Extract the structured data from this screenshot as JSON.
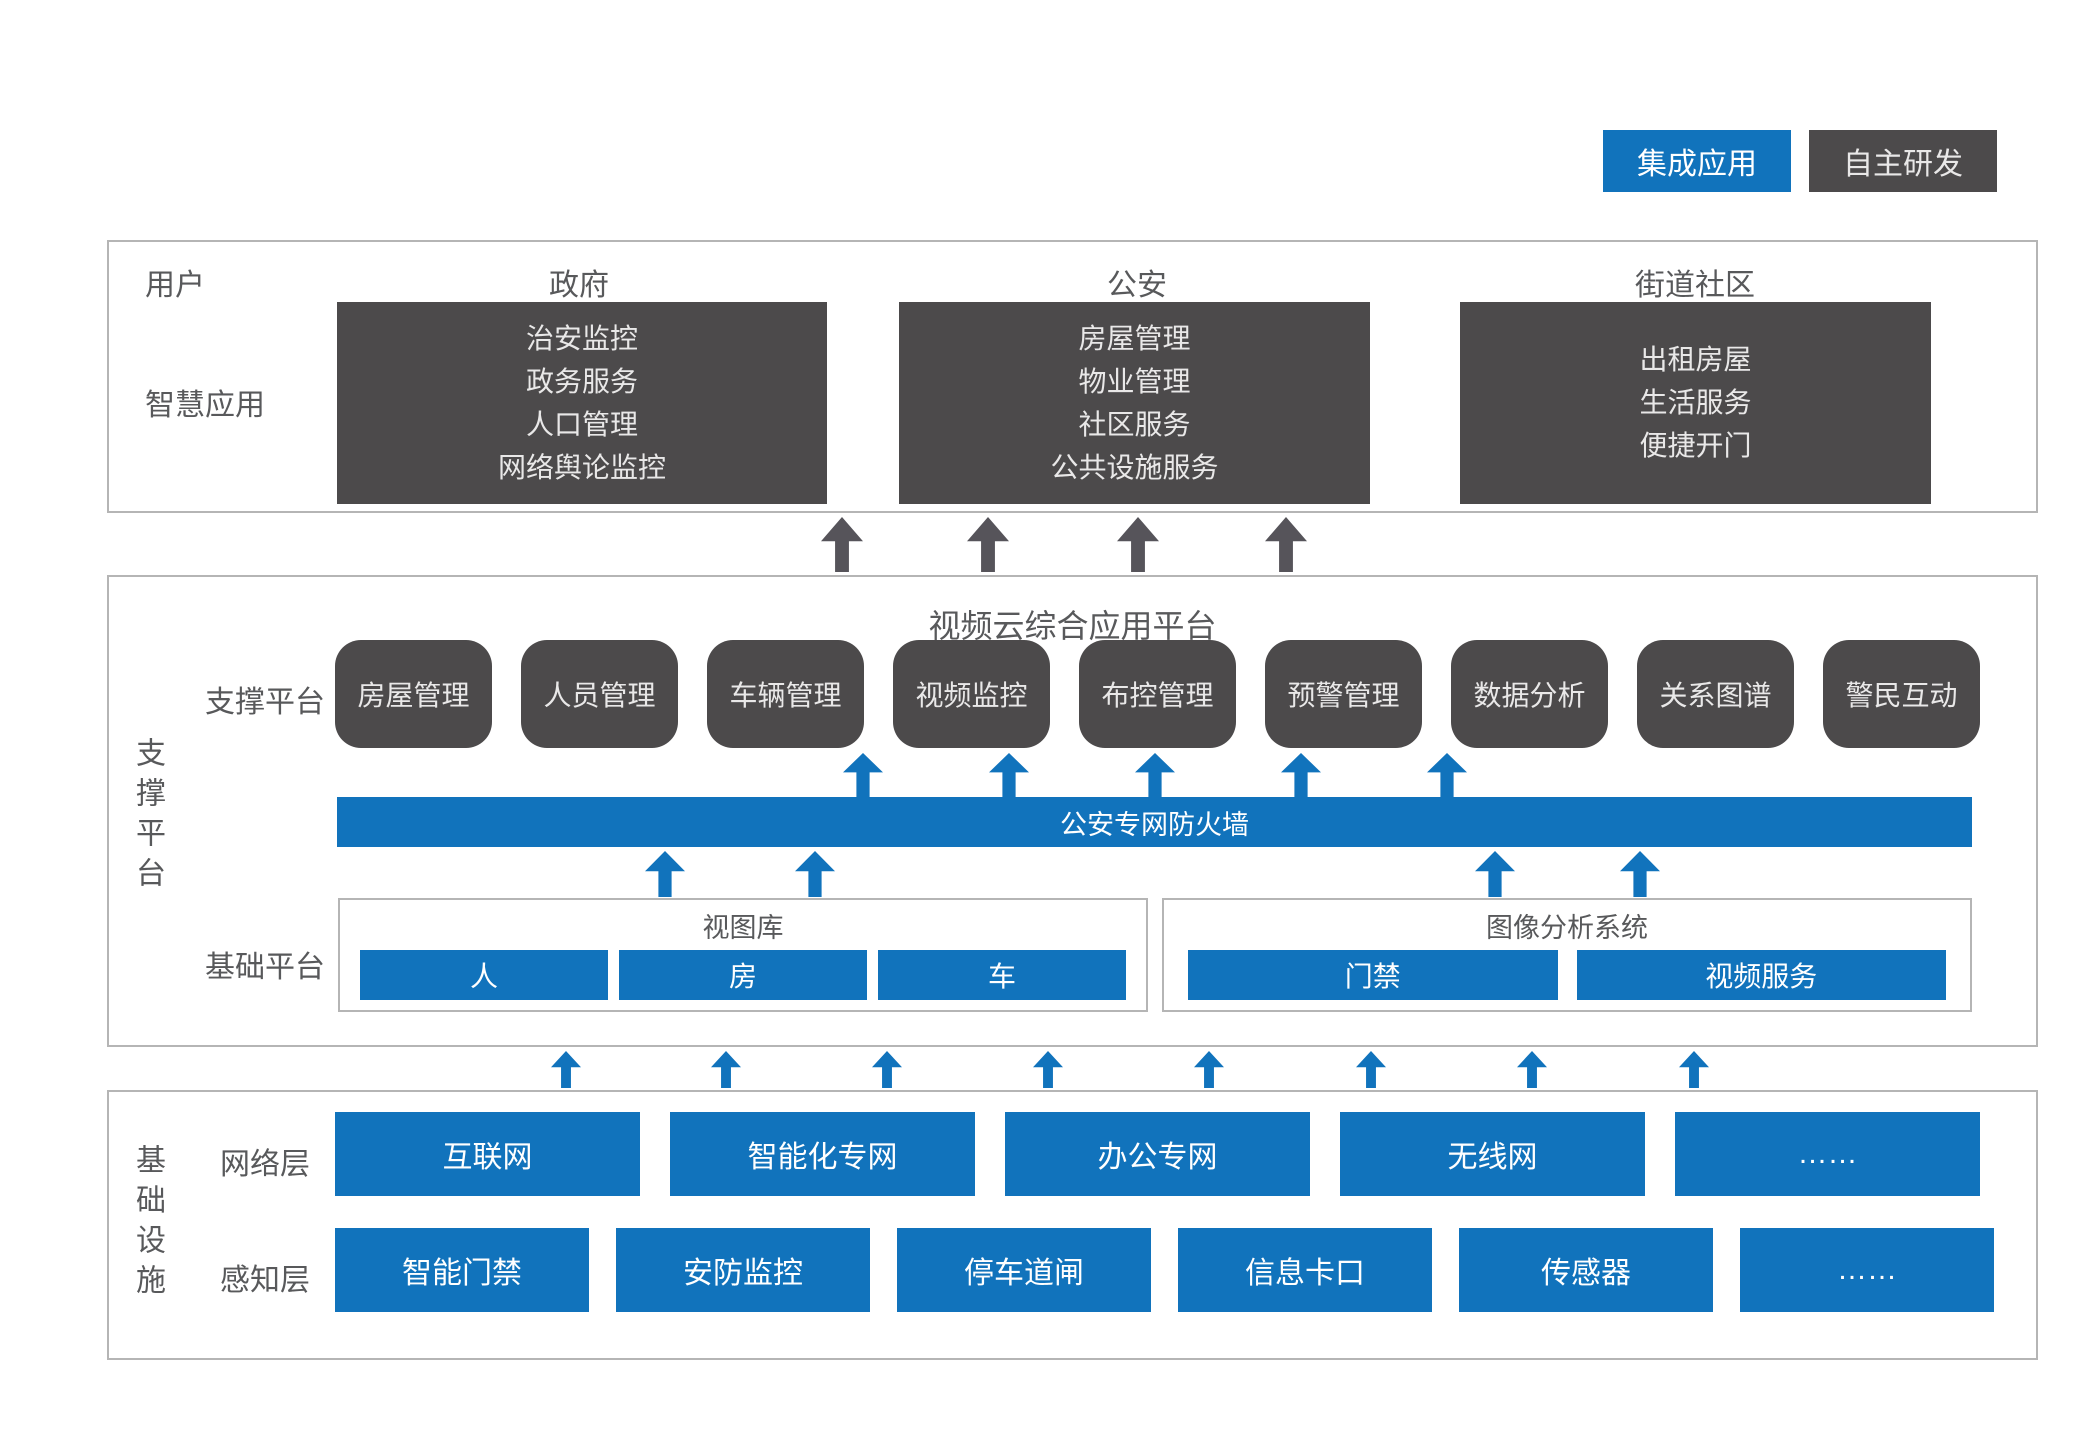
{
  "legend": {
    "integrated": "集成应用",
    "self_developed": "自主研发"
  },
  "colors": {
    "blue": "#1173bc",
    "dark_gray": "#4c4a4b",
    "border_gray": "#b5b5b5",
    "label_gray": "#58595b"
  },
  "users_section": {
    "row_label_user": "用户",
    "row_label_app": "智慧应用",
    "columns": [
      {
        "header": "政府",
        "items": [
          "治安监控",
          "政务服务",
          "人口管理",
          "网络舆论监控"
        ]
      },
      {
        "header": "公安",
        "items": [
          "房屋管理",
          "物业管理",
          "社区服务",
          "公共设施服务"
        ]
      },
      {
        "header": "街道社区",
        "items": [
          "出租房屋",
          "生活服务",
          "便捷开门"
        ]
      }
    ]
  },
  "support_section": {
    "side_label": "支撑平台",
    "title": "视频云综合应用平台",
    "row_label_support": "支撑平台",
    "row_label_base": "基础平台",
    "support_boxes": [
      "房屋管理",
      "人员管理",
      "车辆管理",
      "视频监控",
      "布控管理",
      "预警管理",
      "数据分析",
      "关系图谱",
      "警民互动"
    ],
    "firewall": "公安专网防火墙",
    "base_boxes": [
      {
        "title": "视图库",
        "items": [
          "人",
          "房",
          "车"
        ]
      },
      {
        "title": "图像分析系统",
        "items": [
          "门禁",
          "视频服务"
        ]
      }
    ]
  },
  "infra_section": {
    "side_label": "基础设施",
    "rows": [
      {
        "label": "网络层",
        "items": [
          "互联网",
          "智能化专网",
          "办公专网",
          "无线网",
          "……"
        ]
      },
      {
        "label": "感知层",
        "items": [
          "智能门禁",
          "安防监控",
          "停车道闸",
          "信息卡口",
          "传感器",
          "……"
        ]
      }
    ]
  }
}
